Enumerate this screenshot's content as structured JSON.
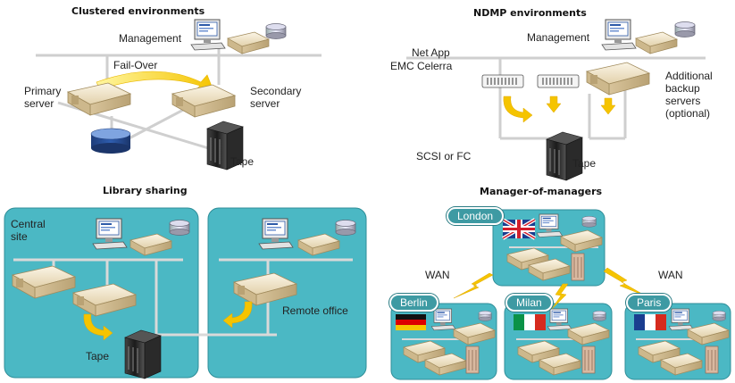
{
  "sections": {
    "clustered": {
      "title": "Clustered environments",
      "management": "Management",
      "failover": "Fail-Over",
      "primary": "Primary\nserver",
      "secondary": "Secondary\nserver",
      "tape": "Tape"
    },
    "ndmp": {
      "title": "NDMP environments",
      "management": "Management",
      "netapp": "Net App",
      "emc": "EMC Celerra",
      "additional": "Additional\nbackup\nservers\n(optional)",
      "scsi": "SCSI or FC",
      "tape": "Tape"
    },
    "library": {
      "title": "Library sharing",
      "central": "Central\nsite",
      "remote": "Remote office",
      "tape": "Tape"
    },
    "mom": {
      "title": "Manager-of-managers",
      "london": "London",
      "berlin": "Berlin",
      "milan": "Milan",
      "paris": "Paris",
      "wan_left": "WAN",
      "wan_right": "WAN"
    }
  },
  "colors": {
    "panel": "#4bb8c4",
    "panel_border": "#2f8e98",
    "server": "#efe3c8",
    "arrow": "#f5c400",
    "line": "#cfcfcf"
  }
}
